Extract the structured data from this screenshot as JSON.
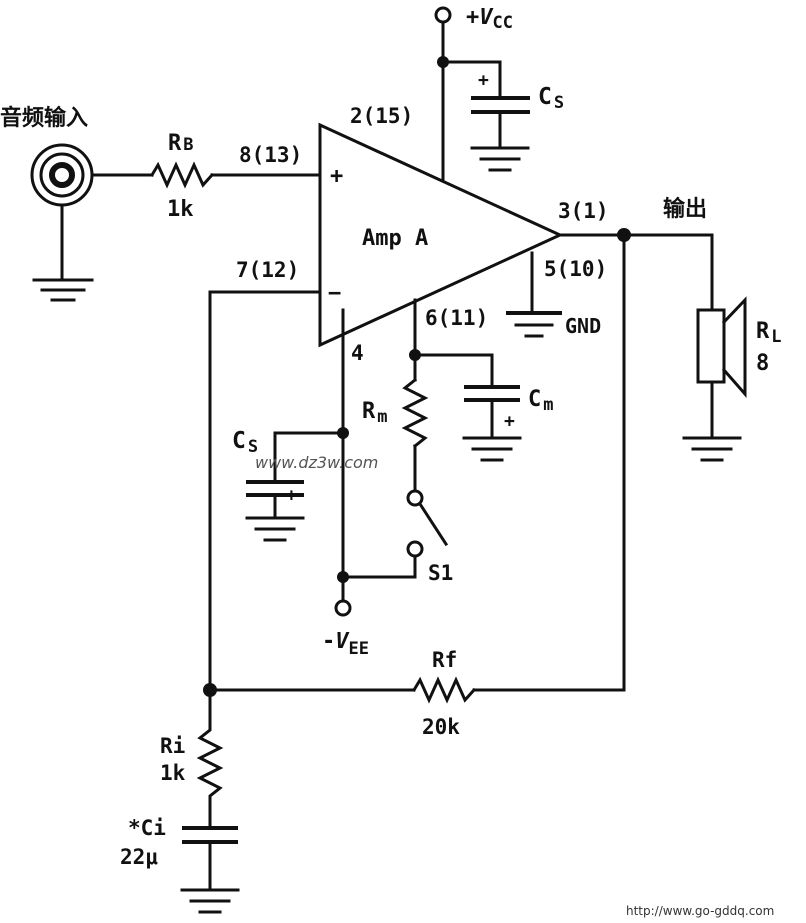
{
  "labels": {
    "audio_input": "音频输入",
    "output": "输出",
    "amp": "Amp A",
    "vcc_prefix": "+",
    "vcc_v": "V",
    "vcc_sub": "CC",
    "vee_prefix": "-",
    "vee_v": "V",
    "vee_sub": "EE",
    "gnd": "GND",
    "s1": "S1",
    "plus": "+",
    "minus": "−",
    "cap_plus": "+"
  },
  "pins": {
    "p8": "8(13)",
    "p2": "2(15)",
    "p7": "7(12)",
    "p3": "3(1)",
    "p5": "5(10)",
    "p6": "6(11)",
    "p4": "4"
  },
  "components": {
    "rb_name": "R",
    "rb_sub": "B",
    "rb_val": "1k",
    "cs_top_name": "C",
    "cs_top_sub": "S",
    "cs_left_name": "C",
    "cs_left_sub": "S",
    "rm_name": "R",
    "rm_sub": "m",
    "cm_name": "C",
    "cm_sub": "m",
    "rl_name": "R",
    "rl_sub": "L",
    "rl_val": "8",
    "rf_name": "Rf",
    "rf_val": "20k",
    "ri_name": "Ri",
    "ri_val": "1k",
    "ci_name": "*Ci",
    "ci_val": "22μ"
  },
  "watermarks": {
    "center": "www.dz3w.com",
    "corner": "http://www.go-gddq.com"
  }
}
